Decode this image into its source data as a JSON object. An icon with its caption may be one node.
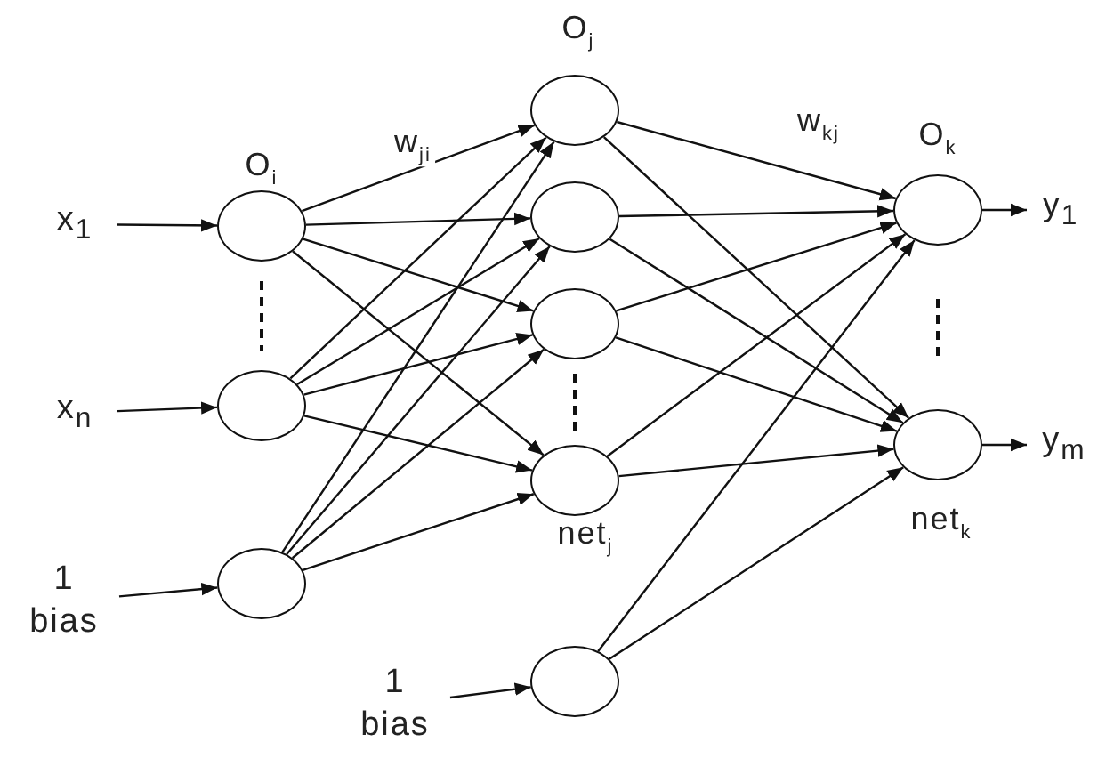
{
  "diagram": {
    "nodes": [
      {
        "text": [
          "x$_{1}$"
        ]
      },
      {
        "text": [
          "x$_{n}$"
        ]
      },
      {
        "text": [
          "1 bias"
        ]
      },
      {
        "text": [],
        "shape": "circle",
        "beside": [
          "O$_{i}$"
        ]
      },
      {
        "text": [],
        "shape": "circle"
      },
      {
        "text": [],
        "shape": "circle"
      },
      {
        "text": [],
        "shape": "circle",
        "beside": [
          "O$_{j}$"
        ]
      },
      {
        "text": [],
        "shape": "circle"
      },
      {
        "text": [],
        "shape": "circle"
      },
      {
        "text": [],
        "shape": "circle",
        "beside": [
          "net$_{j}$"
        ]
      },
      {
        "text": [],
        "shape": "circle"
      },
      {
        "text": [],
        "shape": "circle",
        "beside": [
          "O$_{k}$"
        ]
      },
      {
        "text": [],
        "shape": "circle",
        "beside": [
          "net$_{k}$"
        ]
      },
      {
        "text": [
          "1 bias"
        ]
      },
      {
        "text": [
          "y$_{1}$"
        ]
      },
      {
        "text": [
          "y$_{m}$"
        ]
      }
    ],
    "edges": [
      {
        "from": 0,
        "to": 3,
        "arrow": "to"
      },
      {
        "from": 1,
        "to": 4,
        "arrow": "to"
      },
      {
        "from": 2,
        "to": 5,
        "arrow": "to"
      },
      {
        "from": 3,
        "to": 6,
        "arrow": "to"
      },
      {
        "from": 3,
        "to": 7,
        "arrow": "to"
      },
      {
        "from": 3,
        "to": 8,
        "arrow": "to"
      },
      {
        "from": 3,
        "to": 9,
        "arrow": "to"
      },
      {
        "from": 4,
        "to": 6,
        "arrow": "to"
      },
      {
        "from": 4,
        "to": 7,
        "arrow": "to"
      },
      {
        "from": 4,
        "to": 8,
        "arrow": "to"
      },
      {
        "from": 4,
        "to": 9,
        "arrow": "to"
      },
      {
        "from": 5,
        "to": 6,
        "arrow": "to"
      },
      {
        "from": 5,
        "to": 7,
        "arrow": "to"
      },
      {
        "from": 5,
        "to": 8,
        "arrow": "to"
      },
      {
        "from": 5,
        "to": 9,
        "arrow": "to"
      },
      {
        "from": 6,
        "to": 11,
        "arrow": "to"
      },
      {
        "from": 6,
        "to": 12,
        "arrow": "to"
      },
      {
        "from": 7,
        "to": 11,
        "arrow": "to"
      },
      {
        "from": 7,
        "to": 12,
        "arrow": "to"
      },
      {
        "from": 8,
        "to": 11,
        "arrow": "to"
      },
      {
        "from": 8,
        "to": 12,
        "arrow": "to"
      },
      {
        "from": 9,
        "to": 11,
        "arrow": "to"
      },
      {
        "from": 9,
        "to": 12,
        "arrow": "to"
      },
      {
        "from": 10,
        "to": 11,
        "arrow": "to"
      },
      {
        "from": 10,
        "to": 12,
        "arrow": "to"
      },
      {
        "from": 13,
        "to": 10,
        "arrow": "to"
      },
      {
        "from": 11,
        "to": 14,
        "arrow": "to"
      },
      {
        "from": 12,
        "to": 15,
        "arrow": "to"
      }
    ],
    "labels": [
      "w$_{ji}$",
      "w$_{kj}$"
    ]
  }
}
